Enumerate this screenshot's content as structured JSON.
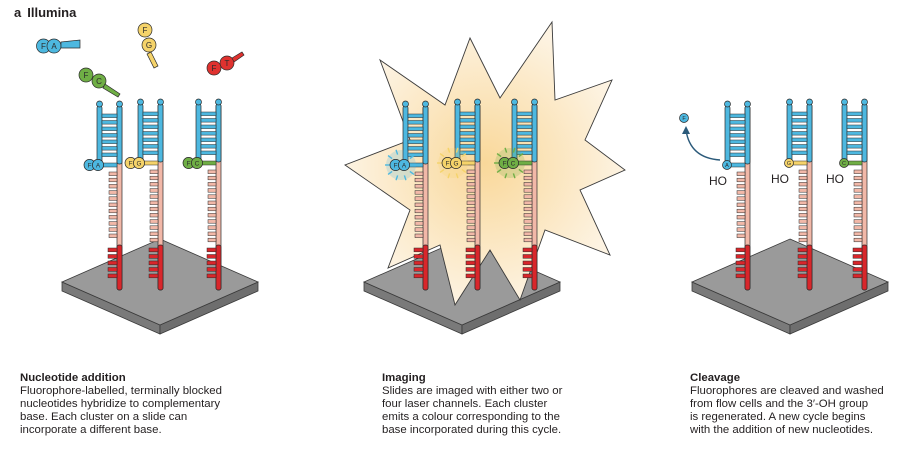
{
  "figure": {
    "panel_letter": "a",
    "panel_title": "Illumina"
  },
  "nucleotide_labels": {
    "a": "A",
    "c": "C",
    "g": "G",
    "t": "T",
    "f": "F"
  },
  "hydroxyl_label": "HO",
  "captions": [
    {
      "title": "Nucleotide addition",
      "lines": [
        "Fluorophore-labelled, terminally blocked",
        "nucleotides hybridize to complementary",
        "base. Each cluster on a slide can",
        "incorporate a different base."
      ]
    },
    {
      "title": "Imaging",
      "lines": [
        "Slides are imaged with either two or",
        "four laser channels. Each cluster",
        "emits a colour corresponding to the",
        "base incorporated during this cycle."
      ]
    },
    {
      "title": "Cleavage",
      "lines": [
        "Fluorophores are cleaved and washed",
        "from flow cells and the 3′-OH group",
        "is regenerated. A new cycle begins",
        "with the addition of new nucleotides."
      ]
    }
  ],
  "colors": {
    "strand_blue": "#4db8e0",
    "strand_pink": "#f2b8a8",
    "anchor_red": "#d9262b",
    "nuc_blue": "#4db8e0",
    "nuc_yellow": "#f5d36a",
    "nuc_green": "#6fae45",
    "nuc_red": "#e0322f",
    "slide_top": "#9a9a9a",
    "slide_side": "#6e6e6e"
  }
}
